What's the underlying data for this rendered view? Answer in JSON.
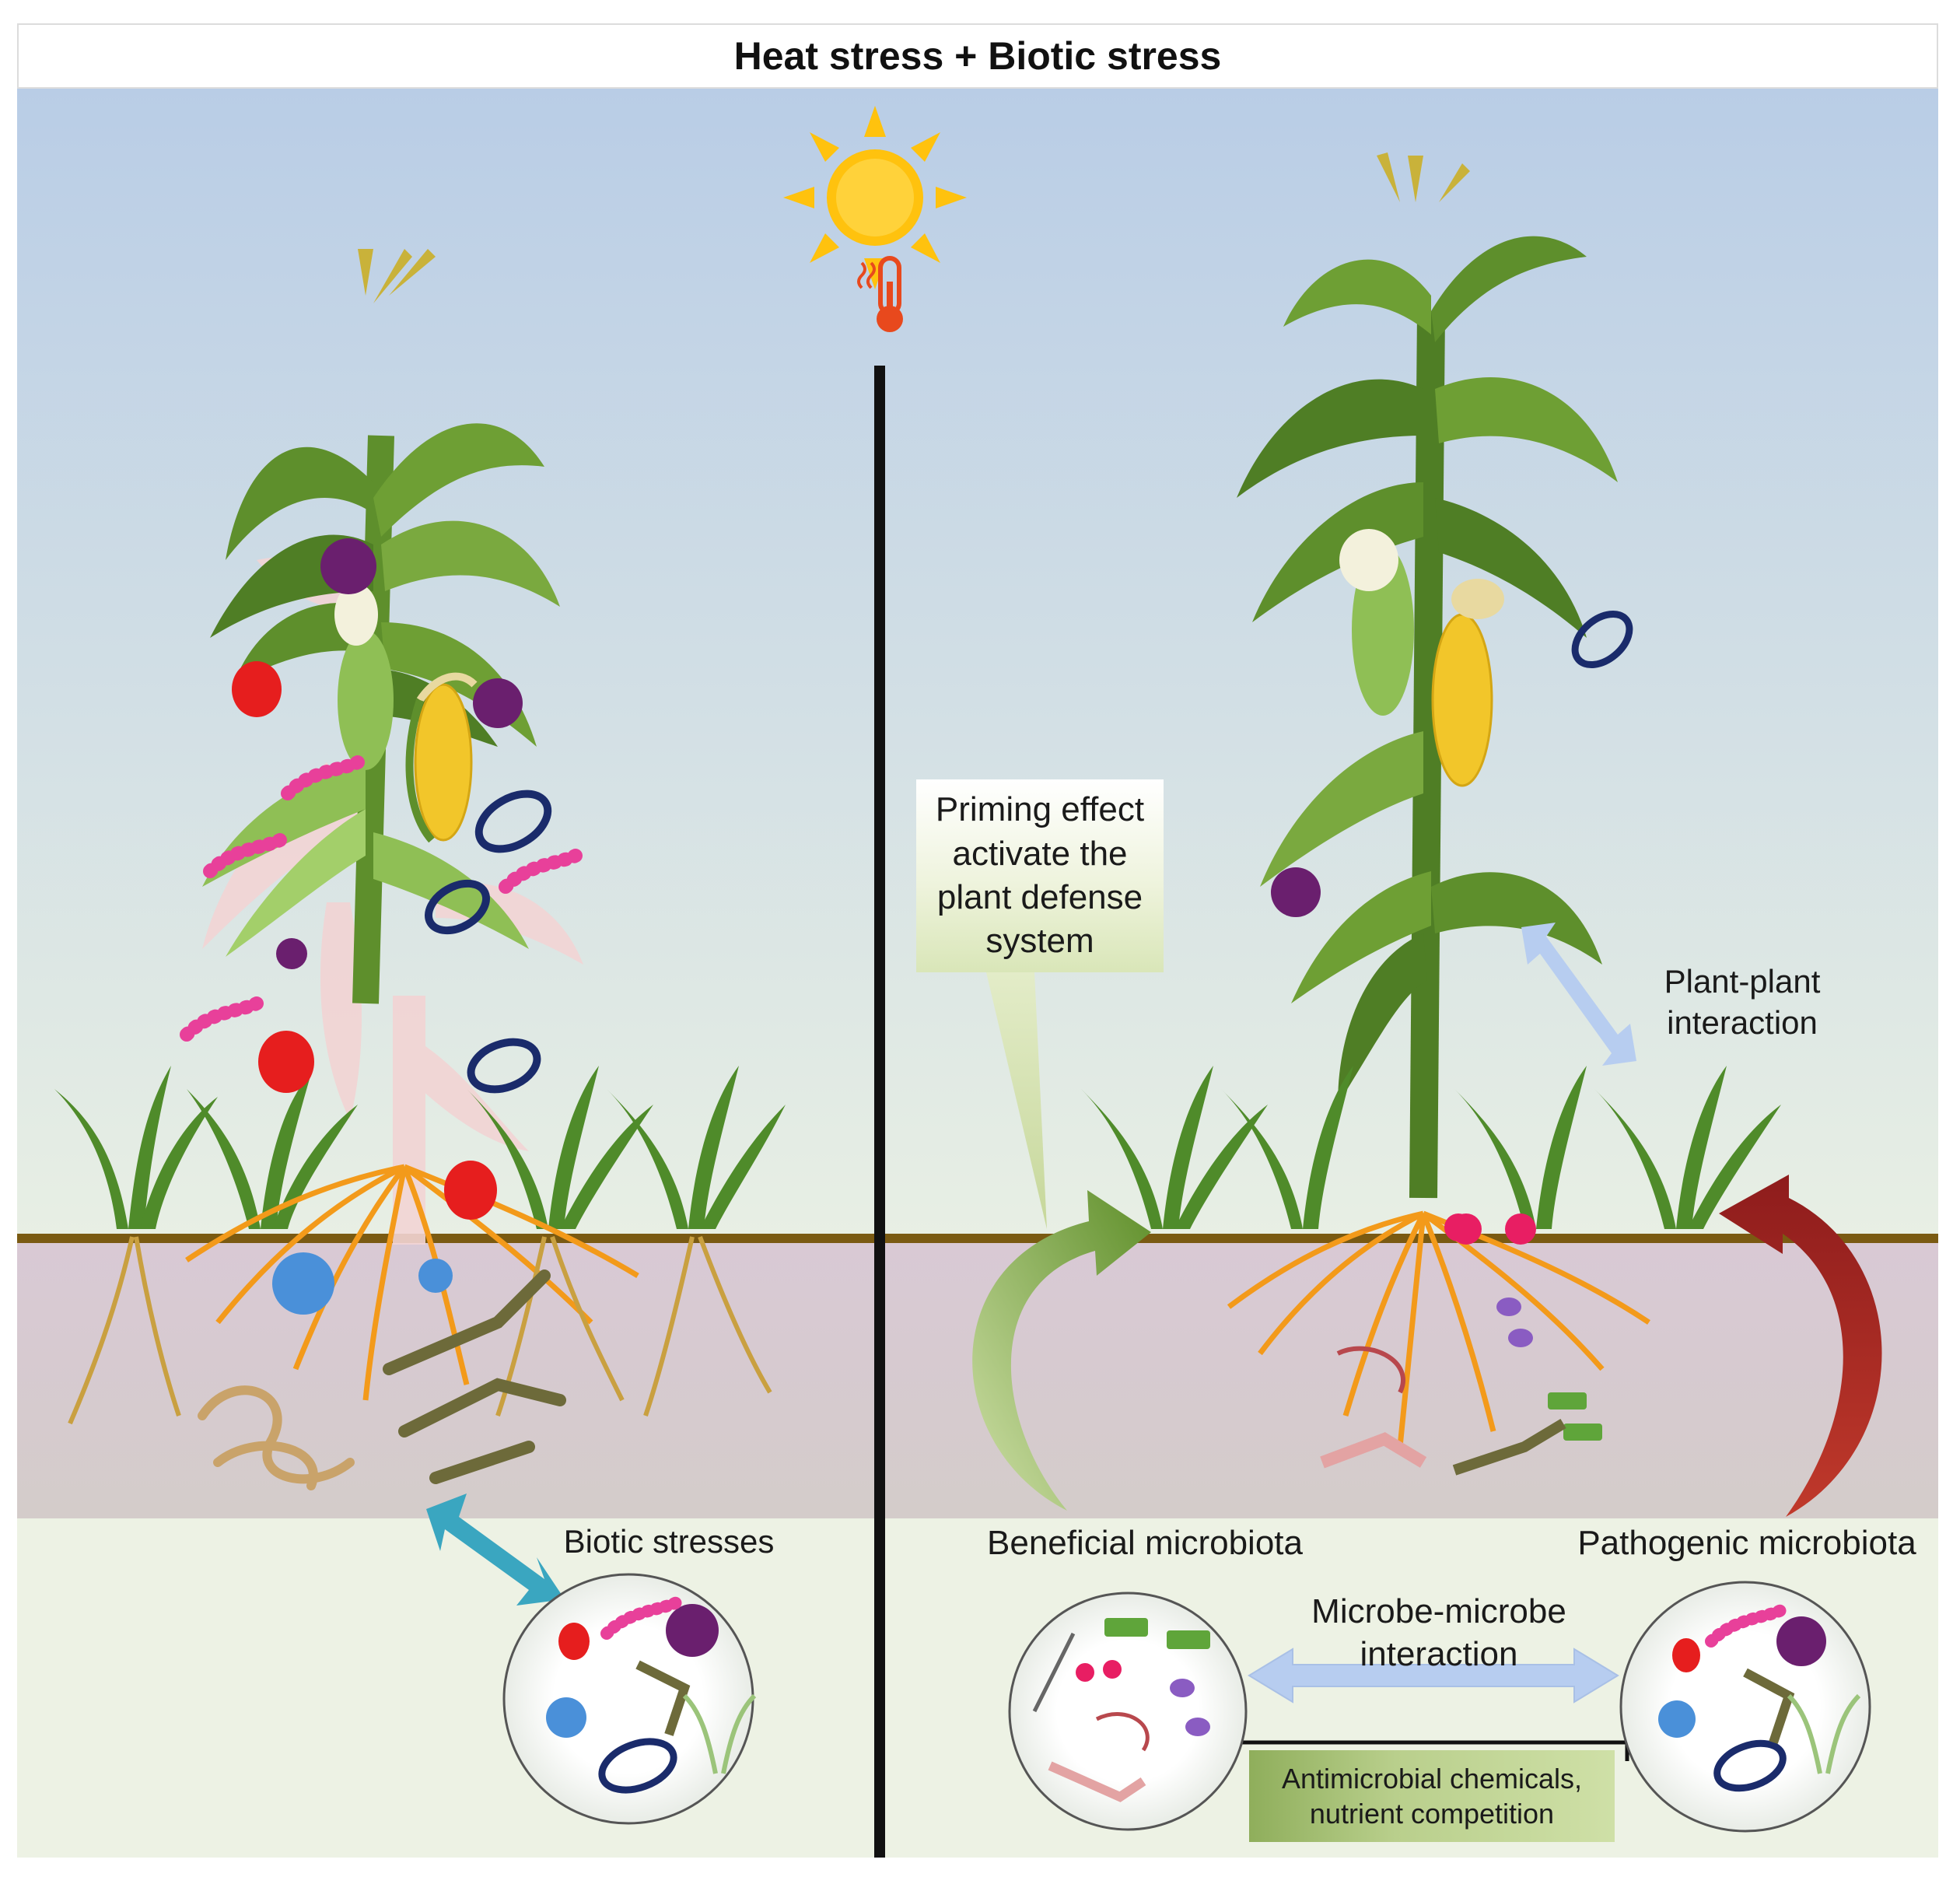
{
  "title": "Heat stress + Biotic stress",
  "labels": {
    "priming": [
      "Priming effect",
      "activate the",
      "plant defense",
      "system"
    ],
    "plant_plant": [
      "Plant-plant",
      "interaction"
    ],
    "biotic_stresses": "Biotic stresses",
    "beneficial": "Beneficial microbiota",
    "pathogenic": "Pathogenic microbiota",
    "microbe_microbe": [
      "Microbe-microbe",
      "interaction"
    ],
    "chemicals": [
      "Antimicrobial chemicals,",
      "nutrient competition"
    ]
  },
  "colors": {
    "sky_top": "#b9cde6",
    "sky_bottom": "#e6eee6",
    "soil": "#d8cfd6",
    "soil_line": "#7a5a12",
    "lower_bg": "#edf2e4",
    "divider": "#111111",
    "sun": "#ffc20e",
    "beneficial_arrow": "#6f9a35",
    "pathogenic_arrow": "#a52a2a",
    "teal_arrow": "#3aa6c0",
    "light_arrow": "#b7cdf0",
    "corn_leaf": "#5e8f2c",
    "root": "#f39a1a"
  },
  "icons": [
    "sun-icon",
    "thermometer-icon",
    "ladybug-icon",
    "virus-icon",
    "bacteria-icon",
    "caterpillar-icon",
    "fungus-icon",
    "nematode-icon"
  ]
}
